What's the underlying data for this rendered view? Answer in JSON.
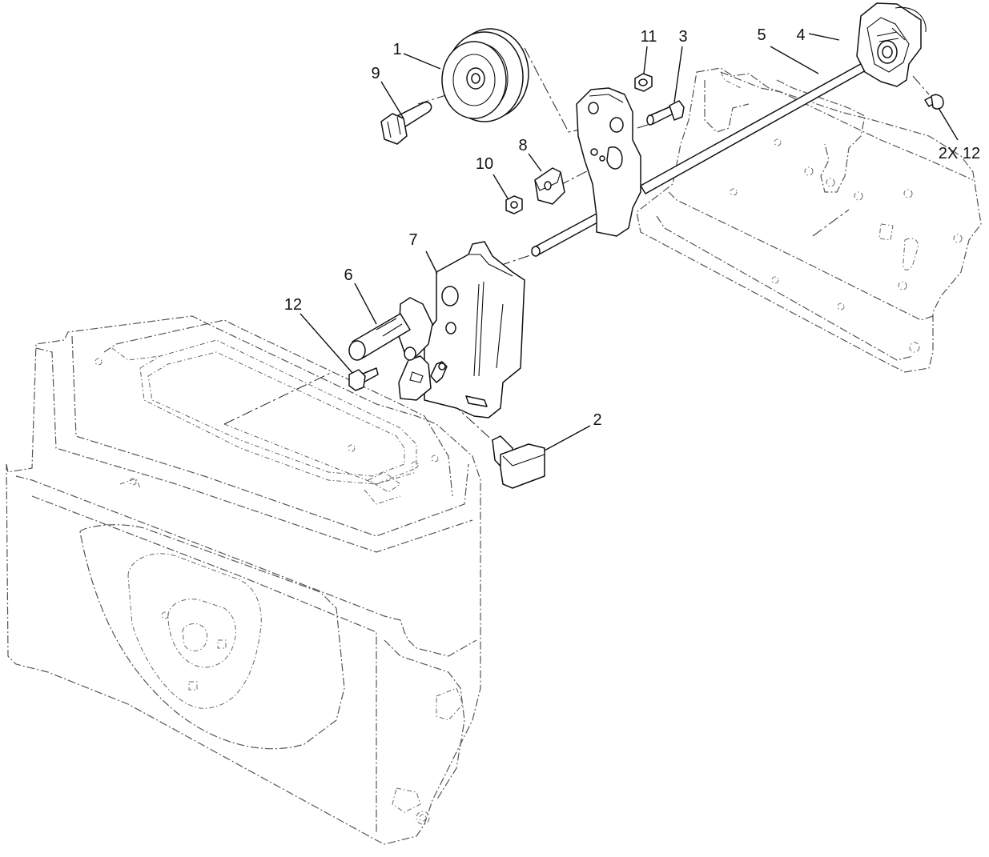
{
  "callouts": [
    {
      "id": "1",
      "text": "1"
    },
    {
      "id": "2",
      "text": "2"
    },
    {
      "id": "3",
      "text": "3"
    },
    {
      "id": "4",
      "text": "4"
    },
    {
      "id": "5",
      "text": "5"
    },
    {
      "id": "6",
      "text": "6"
    },
    {
      "id": "7",
      "text": "7"
    },
    {
      "id": "8",
      "text": "8"
    },
    {
      "id": "9",
      "text": "9"
    },
    {
      "id": "10",
      "text": "10"
    },
    {
      "id": "11",
      "text": "11"
    },
    {
      "id": "12",
      "text": "12"
    },
    {
      "id": "12b",
      "text": "2X 12"
    }
  ]
}
